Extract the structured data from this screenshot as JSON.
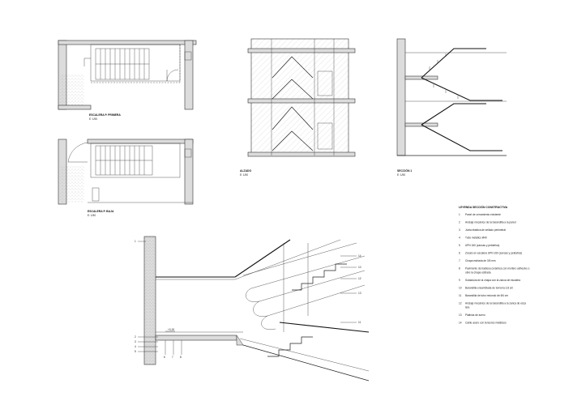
{
  "drawings": {
    "plan_first": {
      "title": "ESCALERA P. PRIMERA",
      "scale": "E: 1/50"
    },
    "plan_ground": {
      "title": "ESCALERA P. BAJA",
      "scale": "E: 1/50"
    },
    "elevation": {
      "title": "ALZADO",
      "scale": "E: 1/50"
    },
    "section": {
      "title": "SECCIÓN 1",
      "scale": "E: 1/50"
    }
  },
  "legend": {
    "title": "LEYENDA SECCIÓN CONSTRUCTIVA",
    "items": [
      {
        "num": "1",
        "text": "Panel de cerramiento existente"
      },
      {
        "num": "2",
        "text": "Anclaje mecánico de la barandilla a la pared"
      },
      {
        "num": "3",
        "text": "Junta elástica de sellado perimetral"
      },
      {
        "num": "4",
        "text": "Tubo metálico Ø40"
      },
      {
        "num": "5",
        "text": "UPN 160 (zancas y peldaños)"
      },
      {
        "num": "6",
        "text": "Zócalo en escalera UPN 160 (zancas y peldaños)"
      },
      {
        "num": "7",
        "text": "Chapa estriada de 3/5 mm"
      },
      {
        "num": "8",
        "text": "Pavimento de baldosa cerámica con mortero adhesivo sobre la chapa estriada"
      },
      {
        "num": "9",
        "text": "Soldadura de la chapa con la zanca de escalera"
      },
      {
        "num": "10",
        "text": "Barandilla ensamblada de tornería 2,8 cm"
      },
      {
        "num": "11",
        "text": "Barandilla de tubo redondo de Ø4 cm"
      },
      {
        "num": "12",
        "text": "Anclaje mecánico de la barandilla a la zanca de escalera"
      },
      {
        "num": "13",
        "text": "Platinas de acero"
      },
      {
        "num": "14",
        "text": "Cable acero con tensores metálicos"
      }
    ]
  },
  "detail": {
    "level_mark": "+0,15",
    "callouts_left": [
      "1",
      "2",
      "3",
      "4",
      "5"
    ],
    "callouts_bottom": [
      "6",
      "7",
      "8"
    ],
    "callouts_right": [
      "14",
      "10",
      "12",
      "13",
      "11"
    ]
  },
  "colors": {
    "line": "#222222",
    "fill": "#dcdcdc",
    "paper": "#ffffff"
  }
}
